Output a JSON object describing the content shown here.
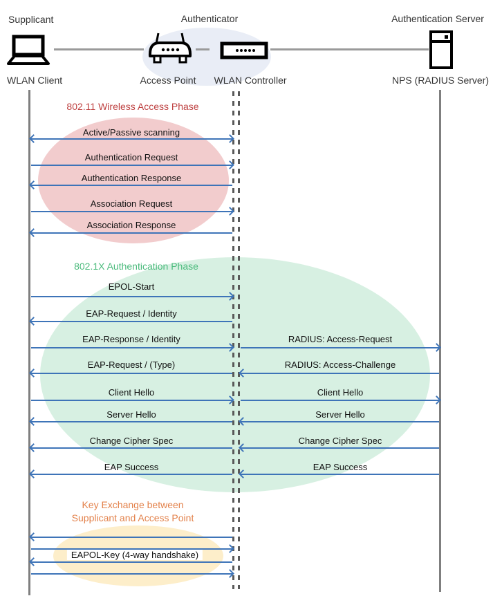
{
  "roles": {
    "supplicant": "Supplicant",
    "authenticator": "Authenticator",
    "authentication_server": "Authentication Server"
  },
  "devices": {
    "wlan_client": "WLAN Client",
    "access_point": "Access Point",
    "wlan_controller": "WLAN Controller",
    "nps": "NPS (RADIUS Server)"
  },
  "phases": {
    "phase1": {
      "title": "802.11 Wireless Access Phase",
      "title_color": "#BE4040",
      "fill": "#F2CCCD"
    },
    "phase2": {
      "title": "802.1X Authentication Phase",
      "title_color": "#4CBB7D",
      "fill": "#D7F0E2"
    },
    "phase3": {
      "title_line1": "Key Exchange between",
      "title_line2": "Supplicant and Access Point",
      "title_color": "#E3814A",
      "fill": "#FDEECA"
    }
  },
  "colors": {
    "arrow": "#3E74B8",
    "lifeline": "#7F7F7F",
    "center_dashed_line": "#595959",
    "authenticator_halo": "#E9EDF6"
  },
  "messages_left": [
    {
      "label": "Active/Passive scanning",
      "direction": "both"
    },
    {
      "label": "Authentication Request",
      "direction": "right"
    },
    {
      "label": "Authentication Response",
      "direction": "left"
    },
    {
      "label": "Association Request",
      "direction": "right"
    },
    {
      "label": "Association Response",
      "direction": "left"
    },
    {
      "label": "EPOL-Start",
      "direction": "right"
    },
    {
      "label": "EAP-Request / Identity",
      "direction": "left"
    },
    {
      "label": "EAP-Response / Identity",
      "direction": "right"
    },
    {
      "label": "EAP-Request / (Type)",
      "direction": "left"
    },
    {
      "label": "Client Hello",
      "direction": "right"
    },
    {
      "label": "Server Hello",
      "direction": "left"
    },
    {
      "label": "Change Cipher Spec",
      "direction": "left"
    },
    {
      "label": "EAP Success",
      "direction": "left"
    },
    {
      "label": "",
      "direction": "left"
    },
    {
      "label": "",
      "direction": "right"
    },
    {
      "label": "EAPOL-Key (4-way handshake)",
      "direction": "left"
    },
    {
      "label": "",
      "direction": "right"
    }
  ],
  "messages_right": [
    {
      "label": "RADIUS: Access-Request",
      "direction": "right"
    },
    {
      "label": "RADIUS: Access-Challenge",
      "direction": "left"
    },
    {
      "label": "Client Hello",
      "direction": "right"
    },
    {
      "label": "Server Hello",
      "direction": "left"
    },
    {
      "label": "Change Cipher Spec",
      "direction": "left"
    },
    {
      "label": "EAP Success",
      "direction": "left"
    }
  ]
}
